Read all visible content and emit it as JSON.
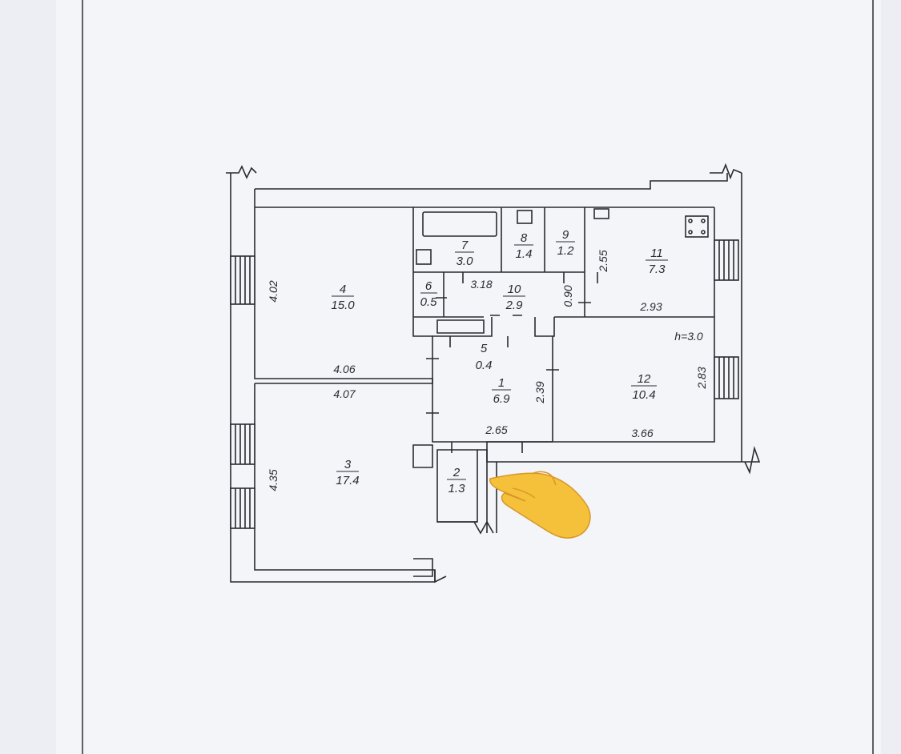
{
  "ceiling_height": "h=3.0",
  "rooms": [
    {
      "id": "room-1",
      "number": "1",
      "area": "6.9"
    },
    {
      "id": "room-2",
      "number": "2",
      "area": "1.3"
    },
    {
      "id": "room-3",
      "number": "3",
      "area": "17.4"
    },
    {
      "id": "room-4",
      "number": "4",
      "area": "15.0"
    },
    {
      "id": "room-5",
      "number": "5",
      "area": "0.4"
    },
    {
      "id": "room-6",
      "number": "6",
      "area": "0.5"
    },
    {
      "id": "room-7",
      "number": "7",
      "area": "3.0"
    },
    {
      "id": "room-8",
      "number": "8",
      "area": "1.4"
    },
    {
      "id": "room-9",
      "number": "9",
      "area": "1.2"
    },
    {
      "id": "room-10",
      "number": "10",
      "area": "2.9"
    },
    {
      "id": "room-11",
      "number": "11",
      "area": "7.3"
    },
    {
      "id": "room-12",
      "number": "12",
      "area": "10.4"
    }
  ],
  "dimensions": [
    "4.02",
    "4.06",
    "4.07",
    "4.35",
    "3.18",
    "0.90",
    "2.55",
    "2.93",
    "2.83",
    "3.66",
    "2.39",
    "2.65"
  ],
  "icons": {
    "pointer": "pinching-hand-emoji"
  }
}
